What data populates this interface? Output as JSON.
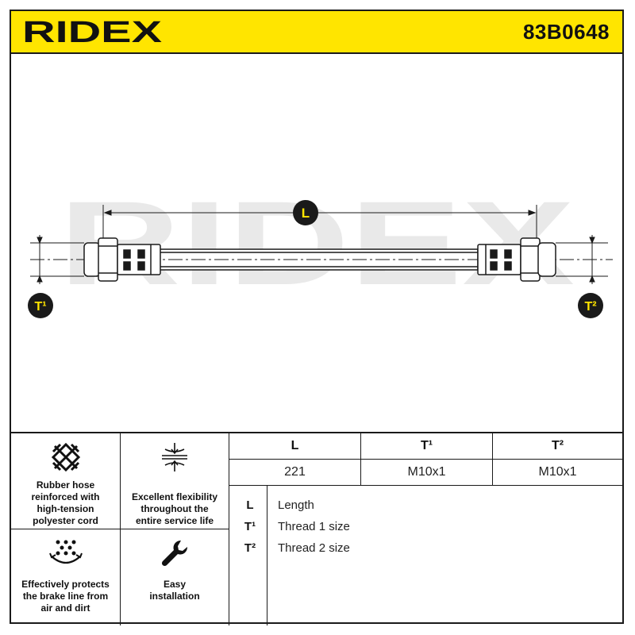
{
  "header": {
    "brand": "RIDEX",
    "part_number": "83B0648"
  },
  "diagram": {
    "watermark": "RIDEX",
    "length_marker": "L",
    "thread1_marker": "T¹",
    "thread2_marker": "T²"
  },
  "features": [
    {
      "icon": "crosshatch-icon",
      "text": [
        "Rubber hose",
        "reinforced with",
        "high-tension",
        "polyester cord"
      ]
    },
    {
      "icon": "flex-arrows-icon",
      "text": [
        "Excellent flexibility",
        "throughout the",
        "entire service life"
      ]
    },
    {
      "icon": "protection-dots-icon",
      "text": [
        "Effectively protects",
        "the brake line from",
        "air and dirt"
      ]
    },
    {
      "icon": "wrench-icon",
      "text": [
        "Easy",
        "installation"
      ]
    }
  ],
  "specs": {
    "headers": [
      "L",
      "T¹",
      "T²"
    ],
    "values": [
      "221",
      "M10x1",
      "M10x1"
    ]
  },
  "legend": [
    {
      "key": "L",
      "label": "Length"
    },
    {
      "key": "T¹",
      "label": "Thread 1 size"
    },
    {
      "key": "T²",
      "label": "Thread 2 size"
    }
  ],
  "colors": {
    "accent": "#ffe500",
    "ink": "#1a1a1a",
    "watermark": "#e9e9e9"
  }
}
